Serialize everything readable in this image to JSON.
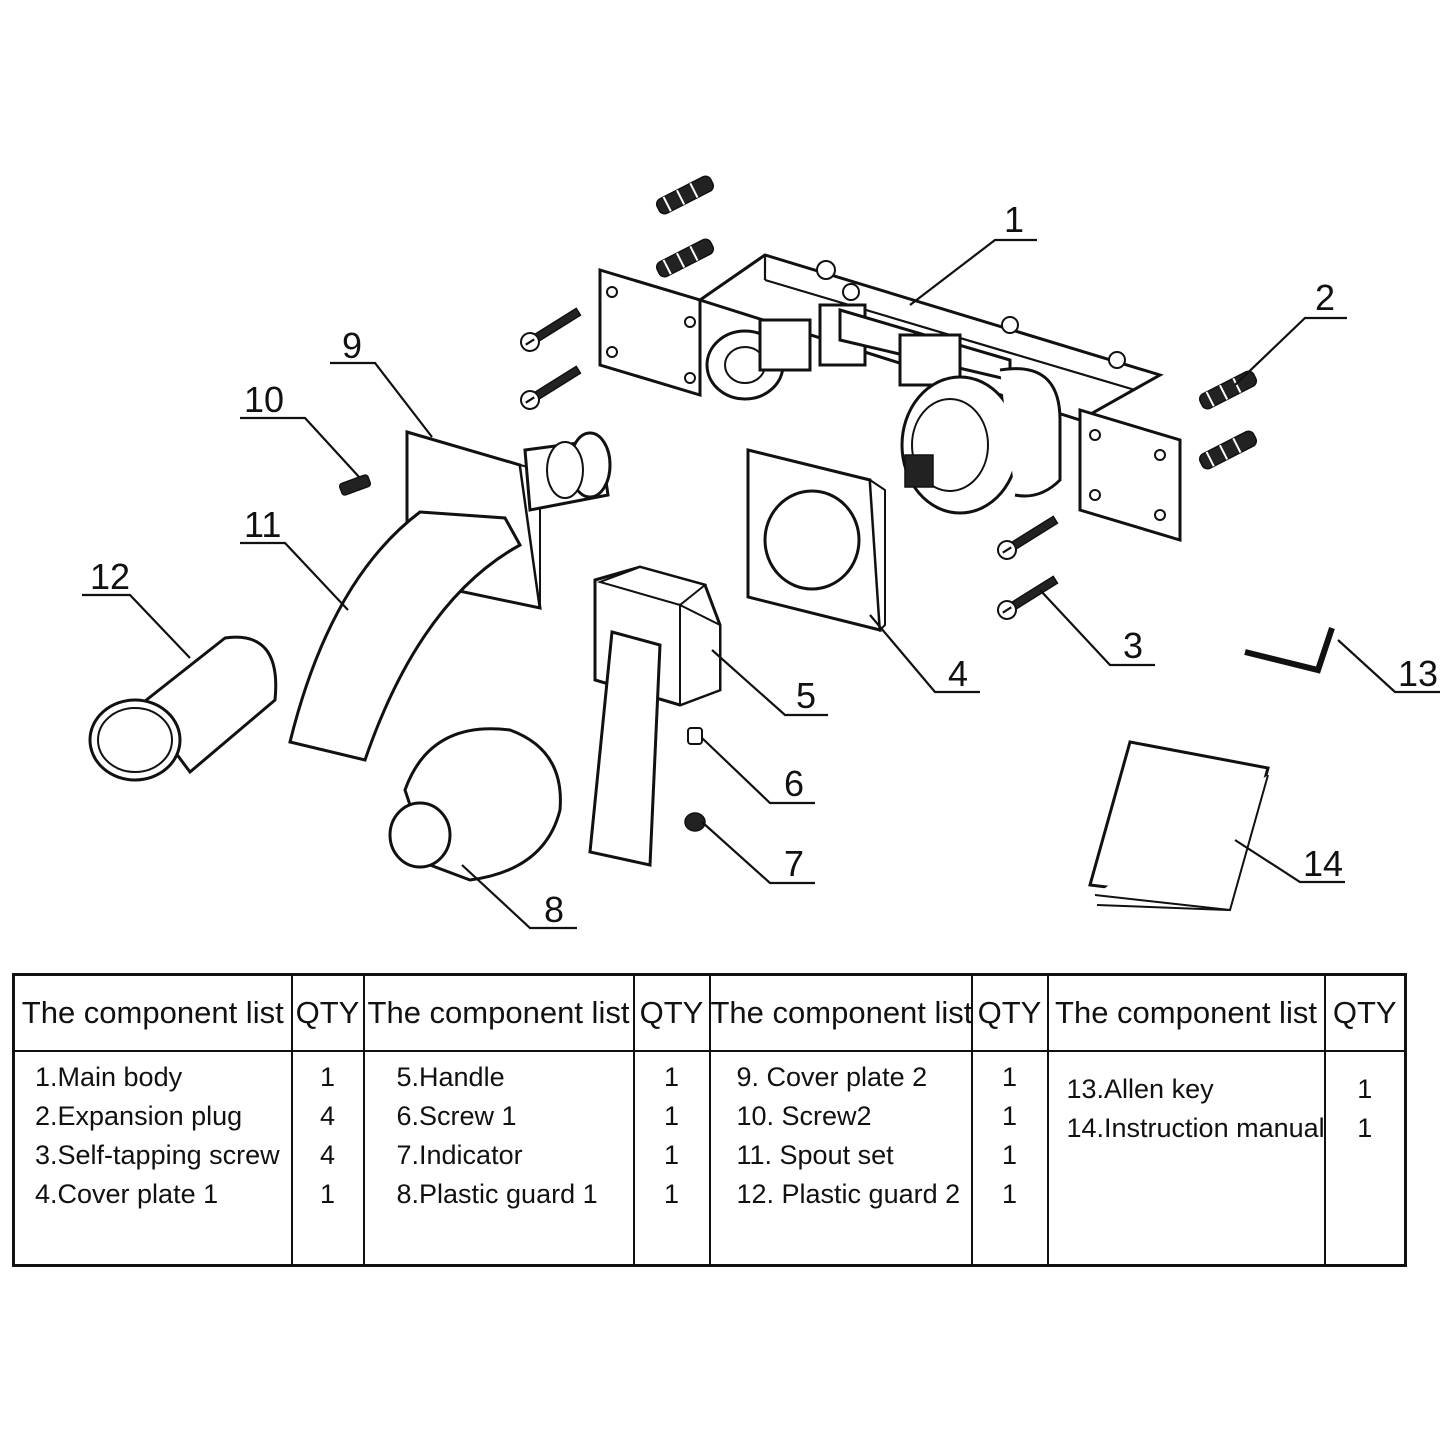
{
  "callouts": [
    "1",
    "2",
    "3",
    "4",
    "5",
    "6",
    "7",
    "8",
    "9",
    "10",
    "11",
    "12",
    "13",
    "14"
  ],
  "table": {
    "columns": [
      {
        "header": "The component list",
        "qty_header": "QTY",
        "items": [
          "1.Main body",
          "2.Expansion plug",
          "3.Self-tapping screw",
          "4.Cover plate 1"
        ],
        "qty": [
          "1",
          "4",
          "4",
          "1"
        ]
      },
      {
        "header": "The component list",
        "qty_header": "QTY",
        "items": [
          "5.Handle",
          "6.Screw 1",
          "7.Indicator",
          "8.Plastic guard 1"
        ],
        "qty": [
          "1",
          "1",
          "1",
          "1"
        ]
      },
      {
        "header": "The component list",
        "qty_header": "QTY",
        "items": [
          "9. Cover plate 2",
          "10. Screw2",
          "11. Spout set",
          "12. Plastic guard 2"
        ],
        "qty": [
          "1",
          "1",
          "1",
          "1"
        ]
      },
      {
        "header": "The component list",
        "qty_header": "QTY",
        "items": [
          "13.Allen key",
          "14.Instruction manual"
        ],
        "qty": [
          "1",
          "1"
        ]
      }
    ]
  }
}
